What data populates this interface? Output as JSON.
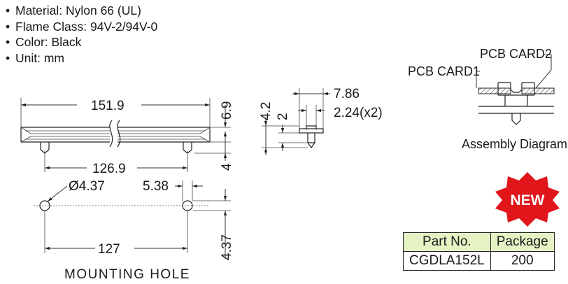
{
  "specs": [
    "Material: Nylon 66 (UL)",
    "Flame Class: 94V-2/94V-0",
    "Color: Black",
    "Unit: mm"
  ],
  "side_view": {
    "overall_length": "151.9",
    "height": "6.9",
    "pin_spacing": "126.9",
    "pin_length": "4"
  },
  "end_view": {
    "width": "7.86",
    "slot": "2.24(x2)",
    "height": "4.2",
    "gap": "2"
  },
  "mounting_hole": {
    "diameter": "Ø4.37",
    "offset": "5.38",
    "spacing": "127",
    "height": "4.37",
    "caption": "MOUNTING HOLE"
  },
  "assembly": {
    "label_card1": "PCB CARD1",
    "label_card2": "PCB CARD2",
    "caption": "Assembly Diagram"
  },
  "badge": {
    "text": "NEW",
    "color": "#e0161b"
  },
  "table": {
    "headers": [
      "Part No.",
      "Package"
    ],
    "rows": [
      [
        "CGDLA152L",
        "200"
      ]
    ],
    "header_color": "#e4f2c4"
  }
}
